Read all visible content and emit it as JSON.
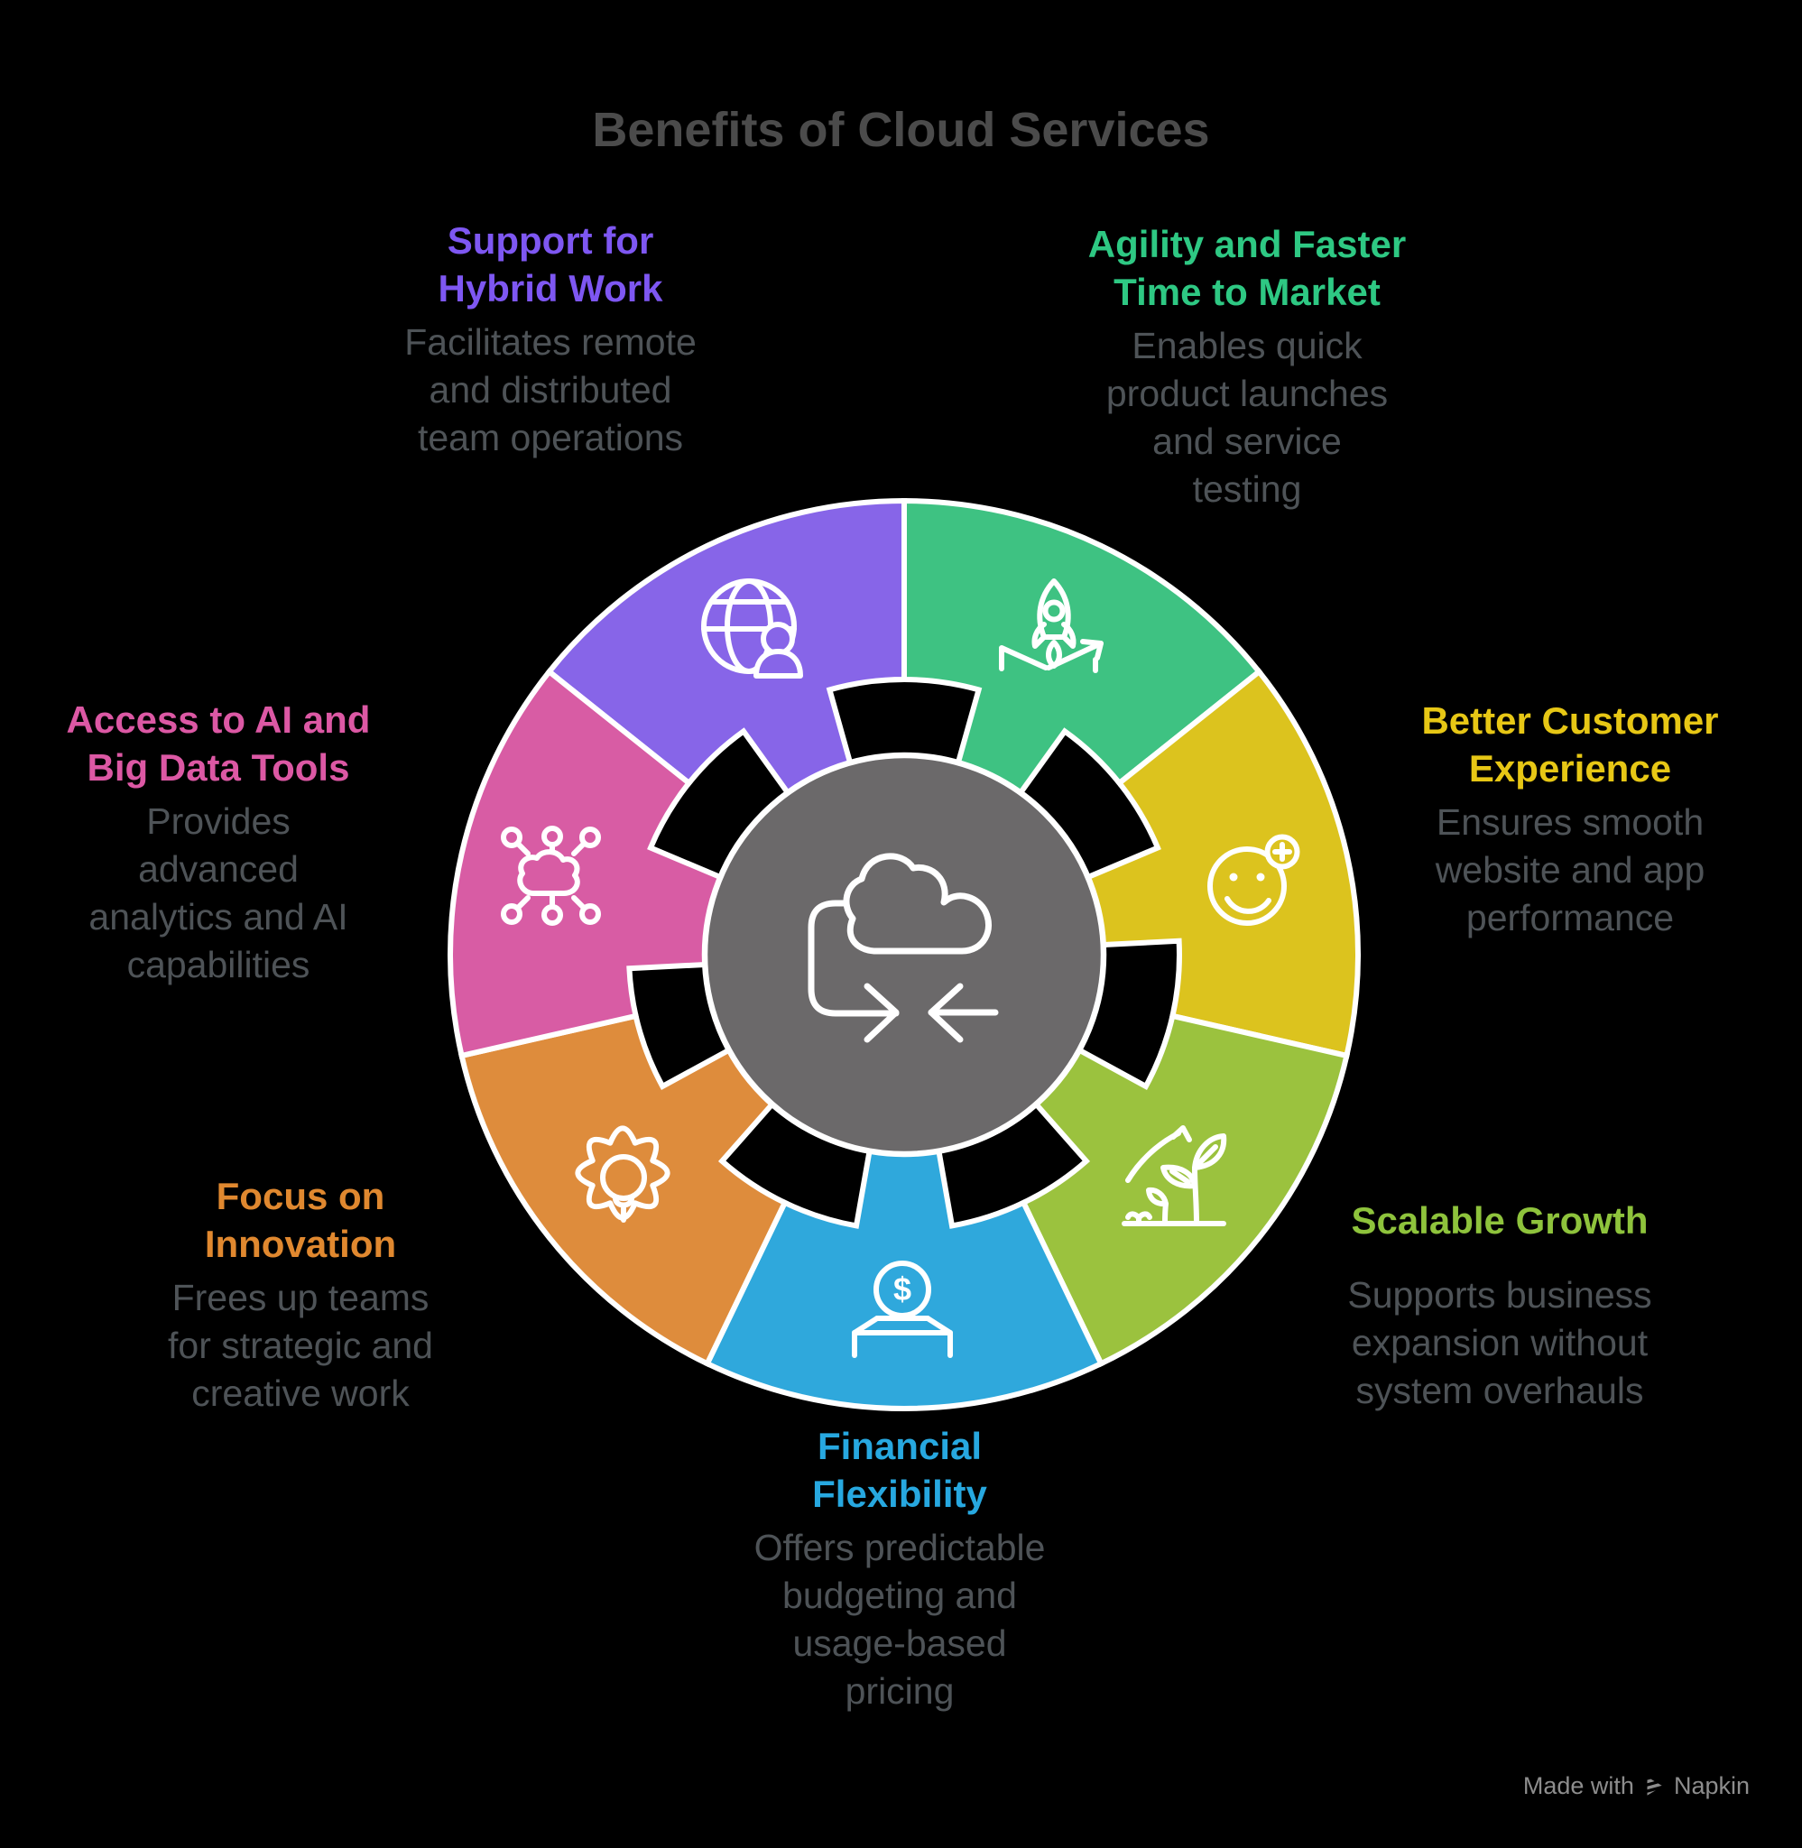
{
  "title": {
    "text": "Benefits of Cloud Services",
    "color": "#4b4b4b"
  },
  "colors": {
    "background": "#000000",
    "description_text": "#4e5357",
    "border": "#ffffff",
    "hub": "#6b696a"
  },
  "hub": {
    "icon": "cloud-sync-icon"
  },
  "segments": [
    {
      "id": "hybrid-work",
      "heading": "Support for\nHybrid Work",
      "description": "Facilitates remote\nand distributed\nteam operations",
      "heading_color": "#7e57f2",
      "segment_color": "#8765e8",
      "icon": "globe-user-icon"
    },
    {
      "id": "agility-time-to-market",
      "heading": "Agility and Faster\nTime to Market",
      "description": "Enables quick\nproduct launches\nand service\ntesting",
      "heading_color": "#2ec883",
      "segment_color": "#3ec282",
      "icon": "rocket-launch-icon"
    },
    {
      "id": "customer-experience",
      "heading": "Better Customer\nExperience",
      "description": "Ensures smooth\nwebsite and app\nperformance",
      "heading_color": "#e7c715",
      "segment_color": "#dcc31e",
      "icon": "smiley-plus-icon"
    },
    {
      "id": "scalable-growth",
      "heading": "Scalable Growth",
      "description": "Supports business\nexpansion without\nsystem overhauls",
      "heading_color": "#8ec33c",
      "segment_color": "#9bc23e",
      "icon": "plant-growth-icon"
    },
    {
      "id": "financial-flexibility",
      "heading": "Financial\nFlexibility",
      "description": "Offers predictable\nbudgeting and\nusage-based\npricing",
      "heading_color": "#27a8e0",
      "segment_color": "#2fa8dc",
      "icon": "coin-deposit-icon",
      "icon_text": "$"
    },
    {
      "id": "focus-innovation",
      "heading": "Focus on\nInnovation",
      "description": "Frees up teams\nfor strategic and\ncreative work",
      "heading_color": "#e0882f",
      "segment_color": "#de8c3c",
      "icon": "gear-lightbulb-icon"
    },
    {
      "id": "ai-big-data",
      "heading": "Access to AI and\nBig Data Tools",
      "description": "Provides\nadvanced\nanalytics and AI\ncapabilities",
      "heading_color": "#dc58a4",
      "segment_color": "#d85ca4",
      "icon": "cloud-network-icon"
    }
  ],
  "watermark": {
    "prefix": "Made with",
    "brand": "Napkin",
    "color": "#8d8d8d"
  }
}
